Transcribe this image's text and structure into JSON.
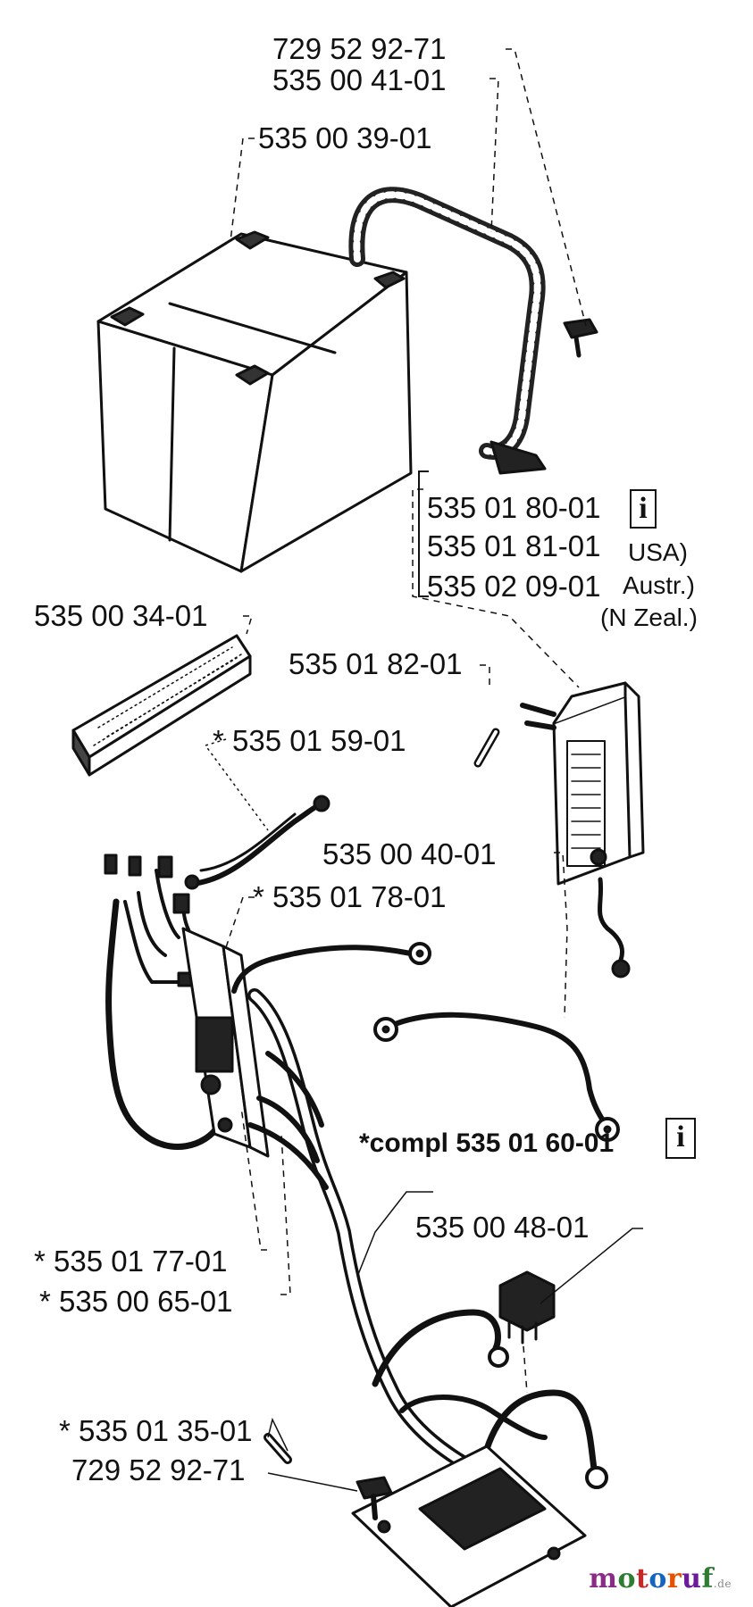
{
  "labels": {
    "p729_52_92_71_top": "729 52 92-71",
    "p535_00_41_01": "535 00 41-01",
    "p535_00_39_01": "535 00 39-01",
    "p535_01_80_01": "535 01 80-01",
    "p535_01_81_01": "535 01 81-01",
    "p535_02_09_01": "535 02 09-01",
    "usa": "USA)",
    "austr": "Austr.)",
    "nzeal": "(N Zeal.)",
    "p535_00_34_01": "535 00 34-01",
    "p535_01_82_01": "535 01 82-01",
    "p535_01_59_01": "* 535 01 59-01",
    "p535_00_40_01": "535 00 40-01",
    "p535_01_78_01": "* 535 01 78-01",
    "compl": "*compl 535 01 60-01",
    "p535_00_48_01": "535 00 48-01",
    "p535_01_77_01": "* 535 01 77-01",
    "p535_00_65_01": "* 535 00 65-01",
    "p535_01_35_01": "* 535 01 35-01",
    "p729_52_92_71_bottom": "729 52 92-71"
  },
  "note_symbol": "i",
  "watermark": {
    "main": "motoruf",
    "suffix": ".de"
  }
}
